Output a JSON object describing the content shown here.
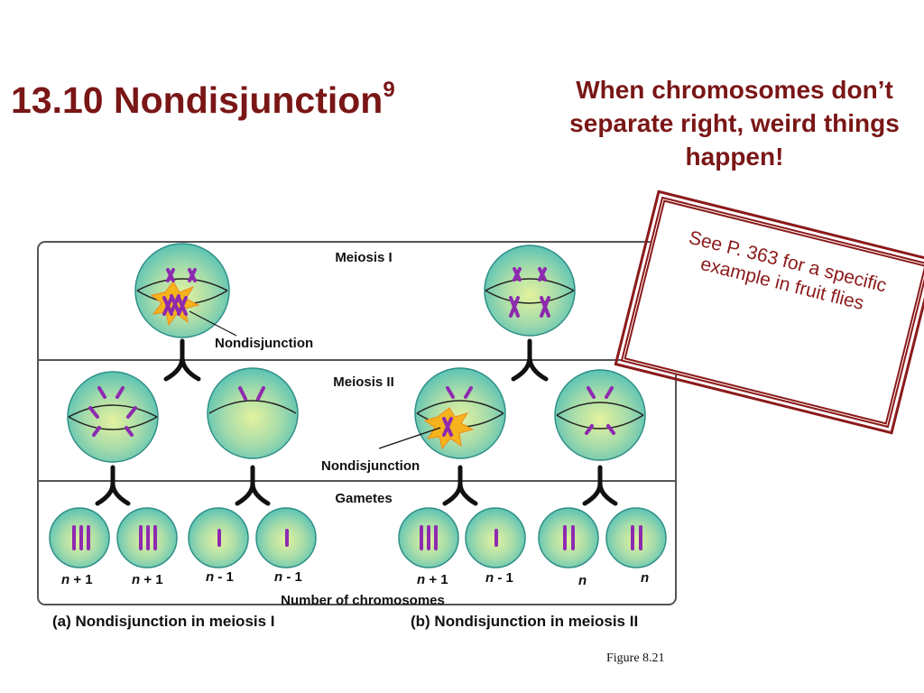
{
  "slide": {
    "title": "13.10 Nondisjunction",
    "title_superscript": "9",
    "subtitle": "When chromosomes don’t separate right, weird things happen!",
    "note": "See P. 363 for a specific example in fruit flies",
    "figure_ref": "Figure 8.21"
  },
  "diagram": {
    "stages": [
      "Meiosis I",
      "Meiosis II",
      "Gametes"
    ],
    "nondisjunction_label": "Nondisjunction",
    "axis_label": "Number of chromosomes",
    "gametes": [
      {
        "n": "n",
        "rest": " + 1"
      },
      {
        "n": "n",
        "rest": " + 1"
      },
      {
        "n": "n",
        "rest": " - 1"
      },
      {
        "n": "n",
        "rest": " - 1"
      },
      {
        "n": "n",
        "rest": " + 1"
      },
      {
        "n": "n",
        "rest": " - 1"
      },
      {
        "n": "n",
        "rest": ""
      },
      {
        "n": "n",
        "rest": ""
      }
    ],
    "captions": [
      "(a) Nondisjunction in meiosis I",
      "(b) Nondisjunction in meiosis II"
    ]
  },
  "colors": {
    "title": "#7a1616",
    "chromosome": "#8e2ab0",
    "cell_fill_center": "#d9ef9a",
    "cell_fill_edge": "#55c2b0",
    "cell_stroke": "#2f8f86",
    "starburst": "#f5b31c"
  }
}
